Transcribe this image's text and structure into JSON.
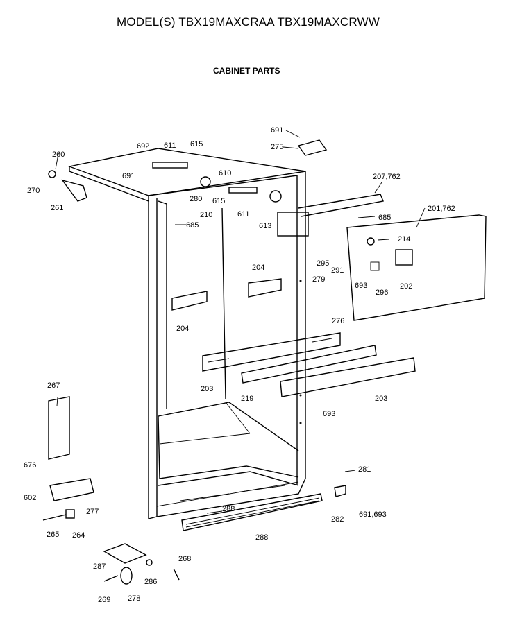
{
  "header": {
    "model_title": "MODEL(S) TBX19MAXCRAA  TBX19MAXCRWW",
    "section_title": "CABINET PARTS"
  },
  "parts": {
    "p260": "260",
    "p270": "270",
    "p261": "261",
    "p692": "692",
    "p611a": "611",
    "p615a": "615",
    "p691a": "691",
    "p610": "610",
    "p280": "280",
    "p615b": "615",
    "p210": "210",
    "p685a": "685",
    "p611b": "611",
    "p613": "613",
    "p691b": "691",
    "p275": "275",
    "p207": "207,762",
    "p685b": "685",
    "p201": "201,762",
    "p214": "214",
    "p295": "295",
    "p291": "291",
    "p279": "279",
    "p693a": "693",
    "p202": "202",
    "p296": "296",
    "p276": "276",
    "p204a": "204",
    "p204b": "204",
    "p203a": "203",
    "p219": "219",
    "p203b": "203",
    "p693b": "693",
    "p267": "267",
    "p676": "676",
    "p602": "602",
    "p277": "277",
    "p265": "265",
    "p264": "264",
    "p288a": "288",
    "p288b": "288",
    "p281": "281",
    "p282": "282",
    "p691c": "691,693",
    "p287": "287",
    "p268": "268",
    "p286": "286",
    "p269": "269",
    "p278": "278"
  }
}
